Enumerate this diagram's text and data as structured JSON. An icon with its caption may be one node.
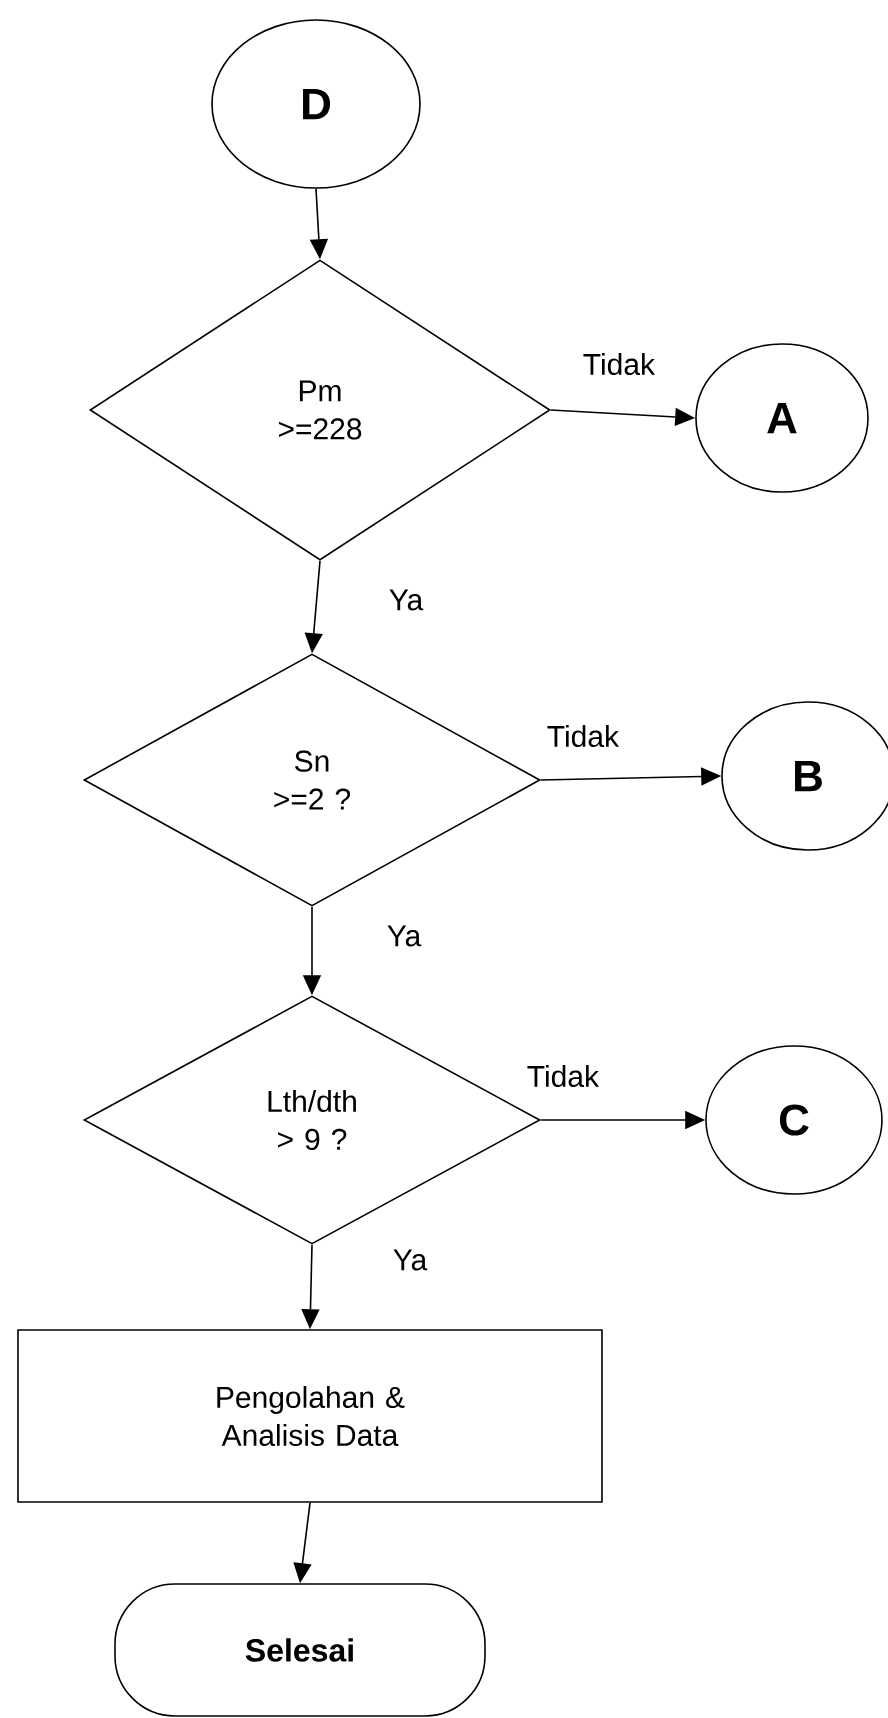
{
  "diagram": {
    "nodes": [
      {
        "text": [
          "D"
        ]
      },
      {
        "text": [
          "Pm >=228"
        ]
      },
      {
        "text": [
          "A"
        ]
      },
      {
        "text": [
          "Sn >=2 ?"
        ]
      },
      {
        "text": [
          "B"
        ]
      },
      {
        "text": [
          "Lth/dth > 9 ?"
        ]
      },
      {
        "text": [
          "C"
        ]
      },
      {
        "text": [
          "Pengolahan & Analisis Data"
        ]
      },
      {
        "text": [
          "Selesai"
        ]
      }
    ],
    "edges": [
      {
        "from": 0,
        "to": 1,
        "arrow": "to"
      },
      {
        "from": 1,
        "to": 2,
        "arrow": "to",
        "label": "Tidak"
      },
      {
        "from": 1,
        "to": 3,
        "arrow": "to",
        "label": "Ya"
      },
      {
        "from": 3,
        "to": 4,
        "arrow": "to",
        "label": "Tidak"
      },
      {
        "from": 3,
        "to": 5,
        "arrow": "to",
        "label": "Ya"
      },
      {
        "from": 5,
        "to": 6,
        "arrow": "to",
        "label": "Tidak"
      },
      {
        "from": 5,
        "to": 7,
        "arrow": "to",
        "label": "Ya"
      },
      {
        "from": 7,
        "to": 8,
        "arrow": "to"
      }
    ]
  }
}
